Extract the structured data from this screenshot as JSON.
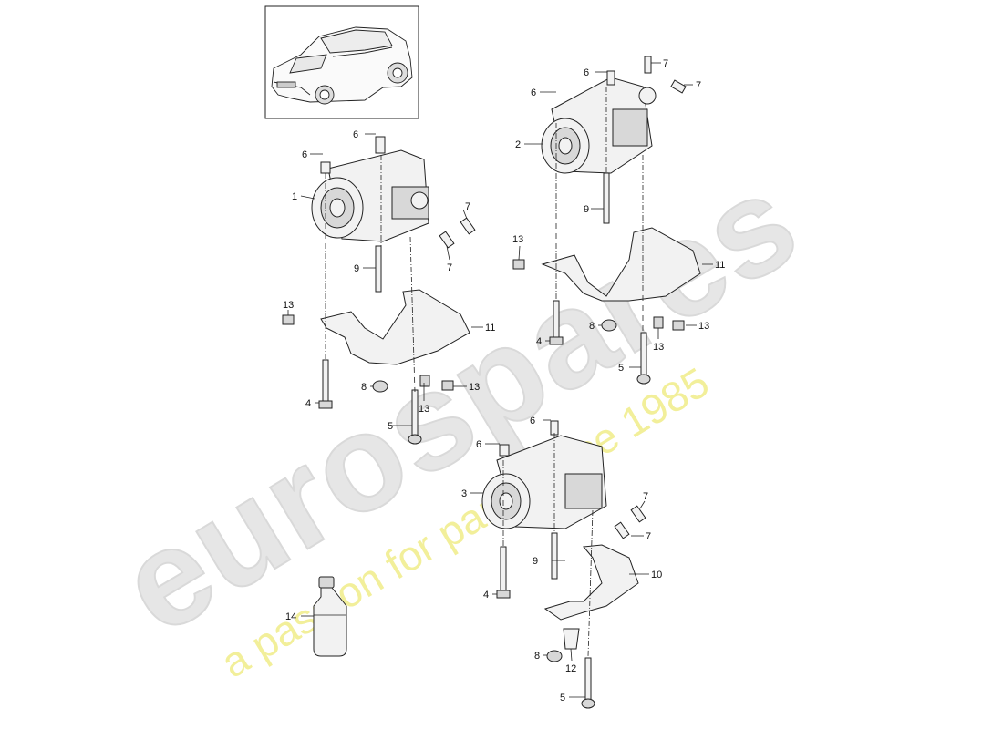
{
  "watermark": {
    "brand": "eurospares",
    "tagline": "a passion for parts since 1985",
    "brand_color": "#e6e6e6",
    "tagline_color": "#f2ef9a"
  },
  "thumbnail": {
    "icon": "car-suv-icon"
  },
  "callouts": {
    "c1": "1",
    "c2": "2",
    "c3": "3",
    "c4": "4",
    "c5": "5",
    "c6": "6",
    "c7": "7",
    "c8": "8",
    "c9": "9",
    "c10": "10",
    "c11": "11",
    "c12": "12",
    "c13": "13",
    "c14": "14"
  }
}
